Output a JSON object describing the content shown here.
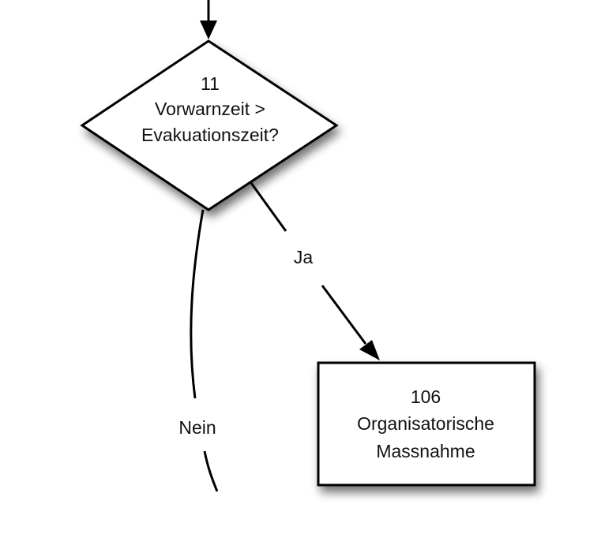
{
  "decision": {
    "id": "11",
    "line1": "Vorwarnzeit >",
    "line2": "Evakuationszeit?"
  },
  "process": {
    "id": "106",
    "line1": "Organisatorische",
    "line2": "Massnahme"
  },
  "edges": {
    "yes_label": "Ja",
    "no_label": "Nein"
  },
  "colors": {
    "stroke": "#000000",
    "fill": "#ffffff",
    "text": "#111111"
  }
}
